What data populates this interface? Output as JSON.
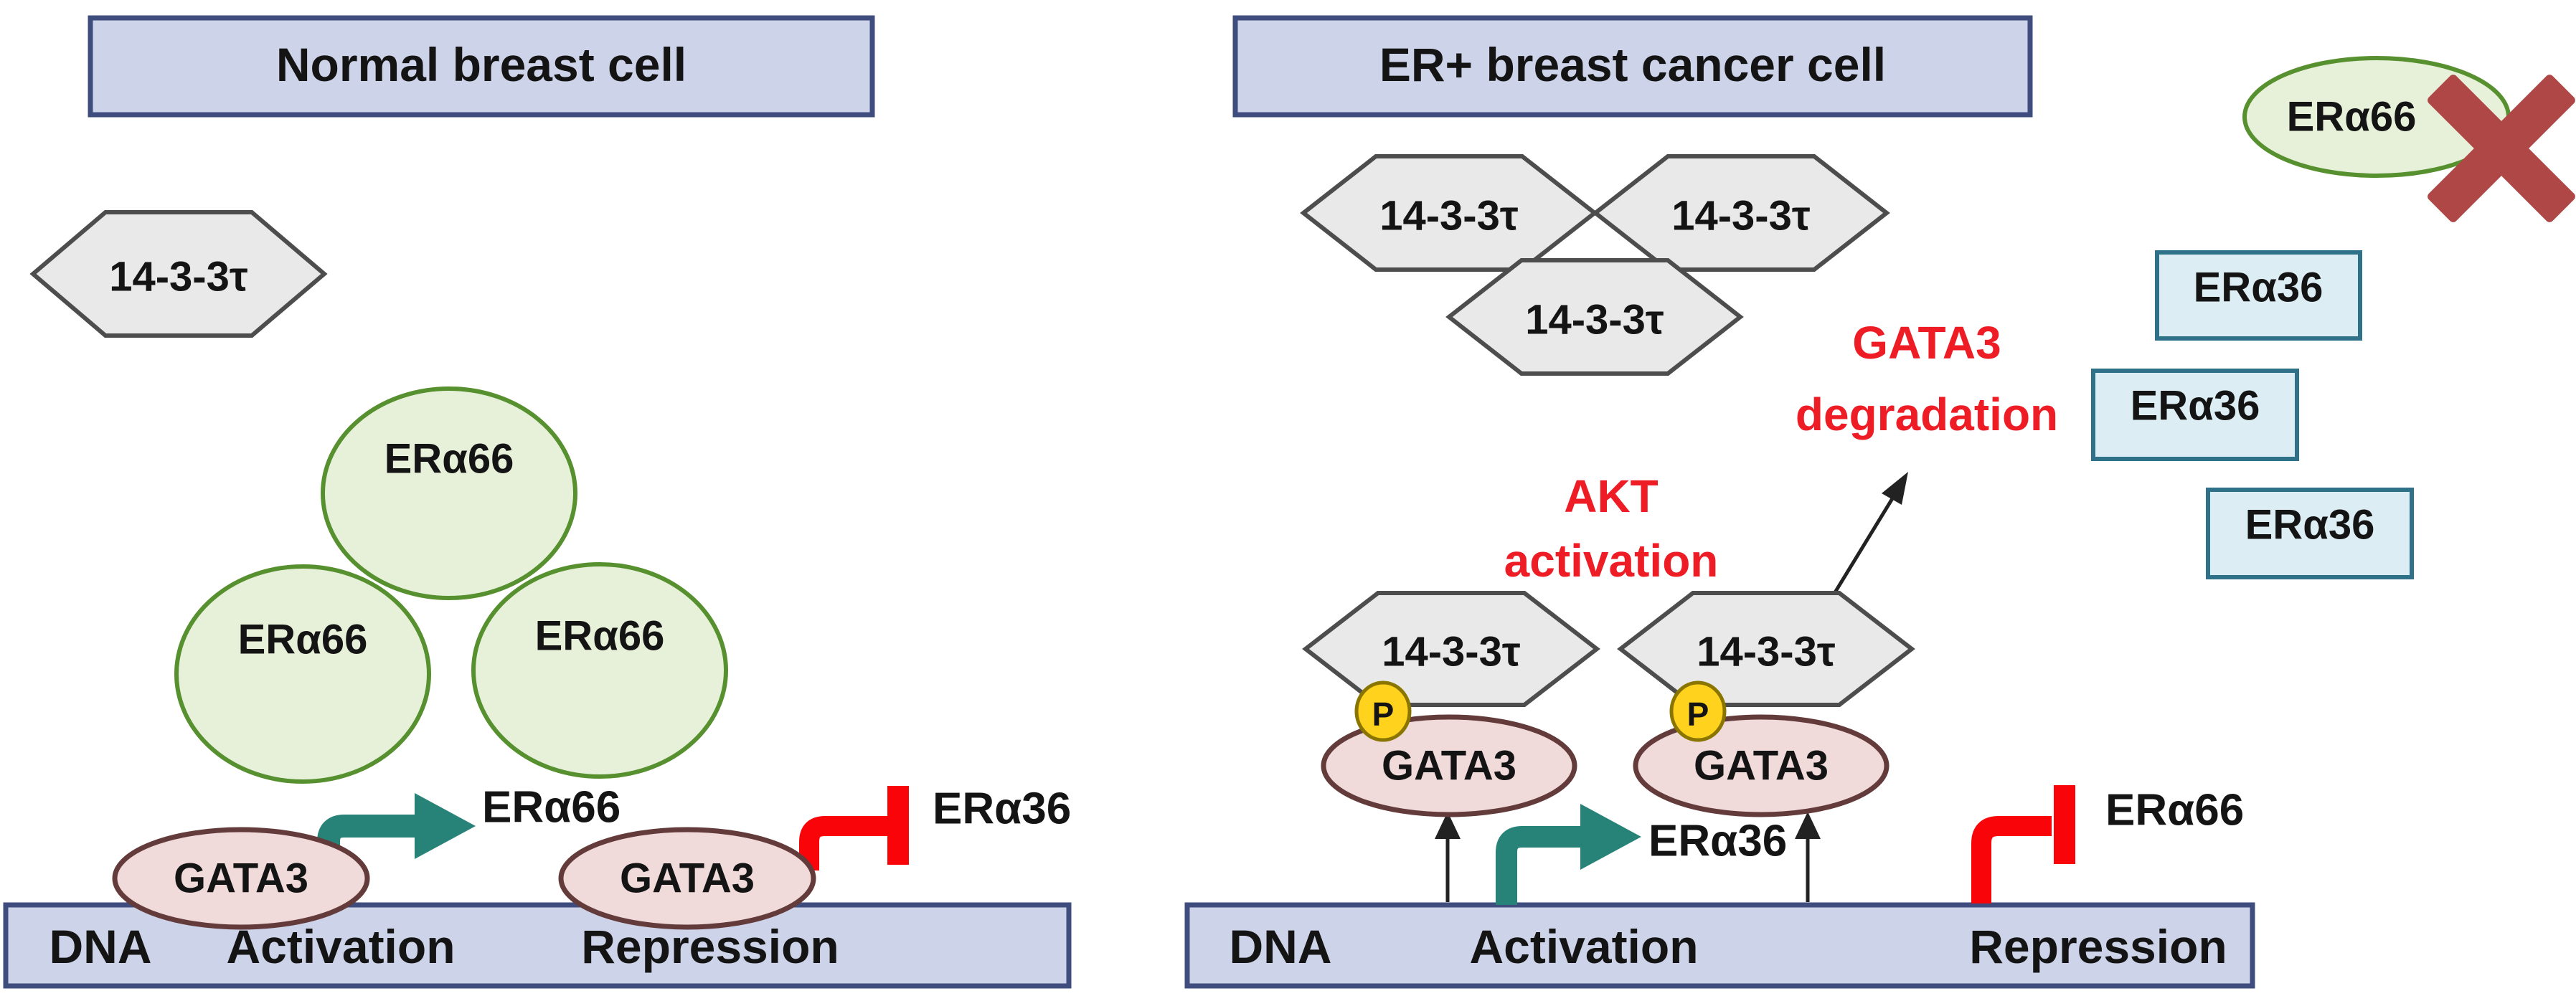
{
  "figure": {
    "type": "signaling-pathway-diagram",
    "colors": {
      "panel_bar_fill": "#cdd3e8",
      "panel_bar_border": "#3e4c7e",
      "hexagon_fill": "#e9e9e9",
      "green_ellipse_fill": "#e7f1da",
      "green_ellipse_border": "#57902f",
      "pink_ellipse_fill": "#f0dada",
      "pink_ellipse_border": "#643b3b",
      "cyan_box_fill": "#dcedf4",
      "cyan_box_border": "#2f7189",
      "activation_teal": "#278377",
      "repression_red": "#f90509",
      "annotation_red": "#ee1c25",
      "phospho_yellow": "#ffd21d",
      "cross_out_red": "#ae4745"
    }
  },
  "left_panel": {
    "title": "Normal breast cell",
    "hexagon": {
      "label": "14-3-3τ"
    },
    "era66_ellipses": [
      {
        "label": "ERα66"
      },
      {
        "label": "ERα66"
      },
      {
        "label": "ERα66"
      }
    ],
    "gata3_activation": {
      "label": "GATA3"
    },
    "gata3_repression": {
      "label": "GATA3"
    },
    "activation_target": "ERα66",
    "repression_target": "ERα36",
    "dna_label": "DNA",
    "activation_label": "Activation",
    "repression_label": "Repression"
  },
  "right_panel": {
    "title": "ER+ breast cancer cell",
    "hexagon_cluster": [
      {
        "label": "14-3-3τ"
      },
      {
        "label": "14-3-3τ"
      },
      {
        "label": "14-3-3τ"
      }
    ],
    "akt_annotation": {
      "line1": "AKT",
      "line2": "activation"
    },
    "degradation_annotation": {
      "line1": "GATA3",
      "line2": "degradation"
    },
    "complexes": [
      {
        "hexagon": "14-3-3τ",
        "phospho": "P",
        "gata3": "GATA3"
      },
      {
        "hexagon": "14-3-3τ",
        "phospho": "P",
        "gata3": "GATA3"
      }
    ],
    "activation_target": "ERα36",
    "repression_target": "ERα66",
    "dna_label": "DNA",
    "activation_label": "Activation",
    "repression_label": "Repression",
    "crossed_era66": {
      "label": "ERα66"
    },
    "era36_boxes": [
      {
        "label": "ERα36"
      },
      {
        "label": "ERα36"
      },
      {
        "label": "ERα36"
      }
    ]
  }
}
